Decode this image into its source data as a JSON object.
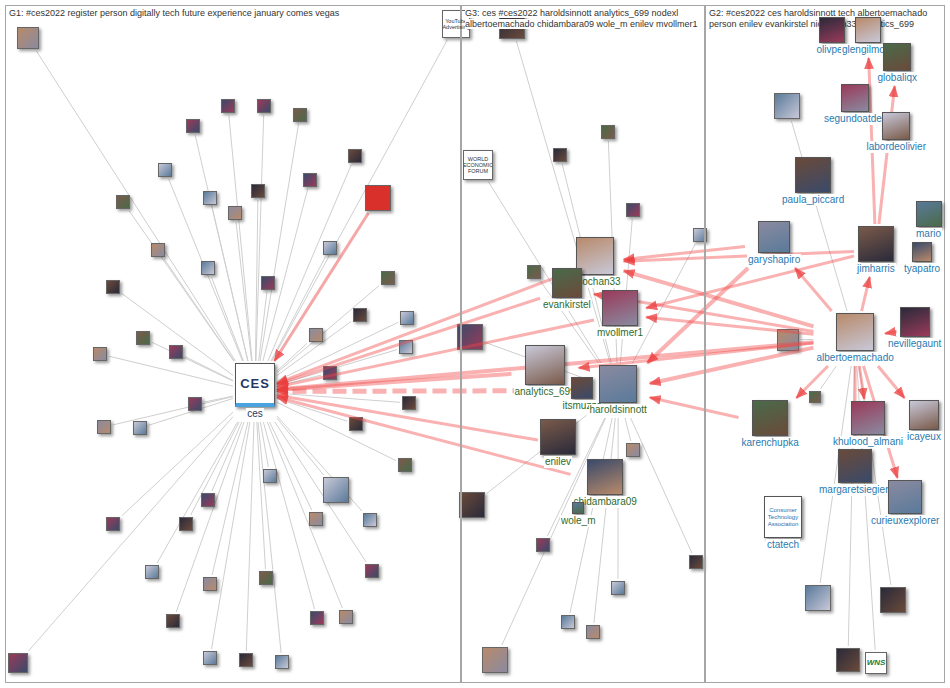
{
  "diagram": {
    "nodes": [
      {
        "text": [
          "G1: #ces2022 register person digitally tech future experience january comes vegas"
        ]
      },
      {
        "text": [
          "G3: ces #ces2022 haroldsinnott analytics_699 nodexl albertoemachado chidambara09 wole_m enilev mvollmer1"
        ]
      },
      {
        "text": [
          "G2: #ces2022 ces haroldsinnott tech albertoemachado person enilev evankirstel nicochan33 analytics_699"
        ]
      },
      {
        "text": [
          "CES",
          "ces"
        ],
        "in": 0
      },
      {
        "text": [
          "nicochan33"
        ],
        "in": 1
      },
      {
        "text": [
          "evankirstel"
        ],
        "in": 1
      },
      {
        "text": [
          "mvollmer1"
        ],
        "in": 1
      },
      {
        "text": [
          "analytics_699"
        ],
        "in": 1
      },
      {
        "text": [
          "itsmuzza"
        ],
        "in": 1
      },
      {
        "text": [
          "haroldsinnott"
        ],
        "in": 1
      },
      {
        "text": [
          "enilev"
        ],
        "in": 1
      },
      {
        "text": [
          "chidambara09"
        ],
        "in": 1
      },
      {
        "text": [
          "wole_m"
        ],
        "in": 1
      },
      {
        "text": [
          "olivpeti"
        ],
        "in": 2
      },
      {
        "text": [
          "glengilmore"
        ],
        "in": 2
      },
      {
        "text": [
          "globaliqx"
        ],
        "in": 2
      },
      {
        "text": [
          "segundoatdell"
        ],
        "in": 2
      },
      {
        "text": [
          "labordeolivier"
        ],
        "in": 2
      },
      {
        "text": [
          "paula_piccard"
        ],
        "in": 2
      },
      {
        "text": [
          "garyshapiro"
        ],
        "in": 2
      },
      {
        "text": [
          "jimharris"
        ],
        "in": 2
      },
      {
        "text": [
          "tyapatro"
        ],
        "in": 2
      },
      {
        "text": [
          "mario"
        ],
        "in": 2
      },
      {
        "text": [
          "nevillegaunt"
        ],
        "in": 2
      },
      {
        "text": [
          "albertoemachado"
        ],
        "in": 2
      },
      {
        "text": [
          "karenchupka"
        ],
        "in": 2
      },
      {
        "text": [
          "khulood_almani"
        ],
        "in": 2
      },
      {
        "text": [
          "icayeux"
        ],
        "in": 2
      },
      {
        "text": [
          "margaretsiegien"
        ],
        "in": 2
      },
      {
        "text": [
          "curieuxexplorer"
        ],
        "in": 2
      },
      {
        "text": [
          "Consumer Technology Association",
          "ctatech"
        ],
        "in": 2
      }
    ],
    "edges": [
      {
        "from": 9,
        "to": 3,
        "arrow": "to"
      },
      {
        "from": 7,
        "to": 3,
        "arrow": "to"
      },
      {
        "from": 24,
        "to": 3,
        "arrow": "to"
      },
      {
        "from": 5,
        "to": 3,
        "arrow": "to"
      },
      {
        "from": 6,
        "to": 3,
        "arrow": "to"
      },
      {
        "from": 4,
        "to": 3,
        "arrow": "to"
      },
      {
        "from": 10,
        "to": 3,
        "arrow": "to"
      },
      {
        "from": 11,
        "to": 3,
        "arrow": "to"
      },
      {
        "from": 24,
        "to": 9,
        "arrow": "to"
      },
      {
        "from": 24,
        "to": 4,
        "arrow": "to"
      },
      {
        "from": 24,
        "to": 6,
        "arrow": "to"
      },
      {
        "from": 24,
        "to": 7,
        "arrow": "to"
      },
      {
        "from": 24,
        "to": 5,
        "arrow": "to"
      },
      {
        "from": 19,
        "to": 9,
        "arrow": "to"
      },
      {
        "from": 19,
        "to": 4,
        "arrow": "to"
      },
      {
        "from": 20,
        "to": 4,
        "arrow": "to"
      },
      {
        "from": 20,
        "to": 6,
        "arrow": "to"
      },
      {
        "from": 25,
        "to": 9,
        "arrow": "to"
      },
      {
        "from": 24,
        "to": 19,
        "arrow": "to"
      },
      {
        "from": 24,
        "to": 20,
        "arrow": "to"
      },
      {
        "from": 24,
        "to": 26,
        "arrow": "to"
      },
      {
        "from": 24,
        "to": 25,
        "arrow": "to"
      },
      {
        "from": 24,
        "to": 28,
        "arrow": "to"
      },
      {
        "from": 24,
        "to": 23,
        "arrow": "to"
      },
      {
        "from": 24,
        "to": 29,
        "arrow": "to"
      },
      {
        "from": 24,
        "to": 27,
        "arrow": "to"
      },
      {
        "from": 20,
        "to": 14,
        "arrow": "to"
      },
      {
        "from": 20,
        "to": 15,
        "arrow": "to"
      }
    ],
    "labels": [
      "YouTube Advertising",
      "WORLD ECONOMIC FORUM",
      "WNS"
    ]
  }
}
